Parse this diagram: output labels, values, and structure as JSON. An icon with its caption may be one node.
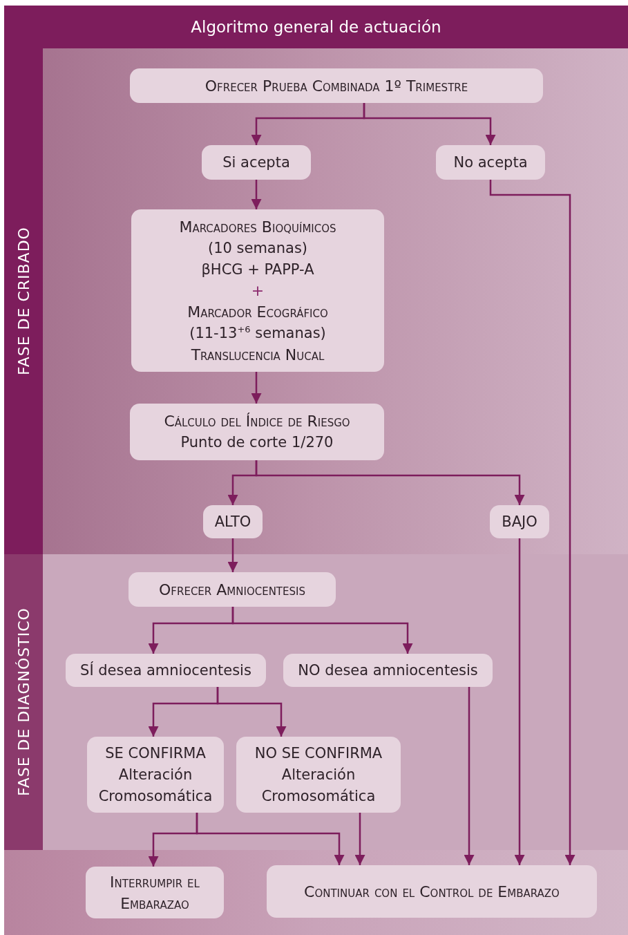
{
  "diagram": {
    "title": "Algoritmo general de actuación",
    "nodes": [
      {
        "text": [
          "FASE DE CRIBADO"
        ]
      },
      {
        "text": [
          "Ofrecer Prueba Combinada 1º Trimestre"
        ],
        "in": 0
      },
      {
        "text": [
          "Si acepta"
        ],
        "in": 0
      },
      {
        "text": [
          "No acepta"
        ],
        "in": 0
      },
      {
        "text": [
          "Marcadores Bioquímicos",
          "(10 semanas)",
          "βHCG + PAPP-A",
          "+",
          "Marcador Ecográfico",
          "(11-13$^{+6}$ semanas)",
          "Translucencia Nucal"
        ],
        "in": 0
      },
      {
        "text": [
          "Cálculo del Índice de Riesgo",
          "Punto de corte 1/270"
        ],
        "in": 0
      },
      {
        "text": [
          "ALTO"
        ],
        "in": 0
      },
      {
        "text": [
          "BAJO"
        ],
        "in": 0
      },
      {
        "text": [
          "FASE DE DIAGNÓSTICO"
        ]
      },
      {
        "text": [
          "Ofrecer Amniocentesis"
        ],
        "in": 8
      },
      {
        "text": [
          "SÍ desea amniocentesis"
        ],
        "in": 8
      },
      {
        "text": [
          "NO desea amniocentesis"
        ],
        "in": 8
      },
      {
        "text": [
          "SE CONFIRMA",
          "Alteración Cromosomática"
        ],
        "in": 8
      },
      {
        "text": [
          "NO SE CONFIRMA",
          "Alteración Cromosomática"
        ],
        "in": 8
      },
      {
        "text": [
          "Interrumpir el Embarazao"
        ]
      },
      {
        "text": [
          "Continuar con el Control de Embarazo"
        ]
      }
    ],
    "edges": [
      {
        "from": 1,
        "to": 2,
        "arrow": "to"
      },
      {
        "from": 1,
        "to": 3,
        "arrow": "to"
      },
      {
        "from": 2,
        "to": 4,
        "arrow": "to"
      },
      {
        "from": 3,
        "to": 15,
        "arrow": "to"
      },
      {
        "from": 4,
        "to": 5,
        "arrow": "to"
      },
      {
        "from": 5,
        "to": 6,
        "arrow": "to"
      },
      {
        "from": 5,
        "to": 7,
        "arrow": "to"
      },
      {
        "from": 6,
        "to": 9,
        "arrow": "to"
      },
      {
        "from": 7,
        "to": 15,
        "arrow": "to"
      },
      {
        "from": 9,
        "to": 10,
        "arrow": "to"
      },
      {
        "from": 9,
        "to": 11,
        "arrow": "to"
      },
      {
        "from": 10,
        "to": 12,
        "arrow": "to"
      },
      {
        "from": 10,
        "to": 13,
        "arrow": "to"
      },
      {
        "from": 11,
        "to": 15,
        "arrow": "to"
      },
      {
        "from": 12,
        "to": 14,
        "arrow": "to"
      },
      {
        "from": 12,
        "to": 15,
        "arrow": "to"
      },
      {
        "from": 13,
        "to": 15,
        "arrow": "to"
      }
    ]
  }
}
